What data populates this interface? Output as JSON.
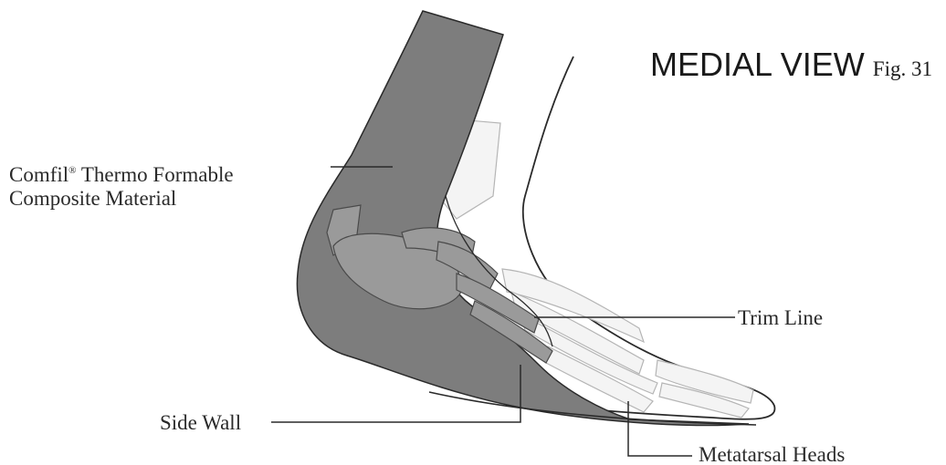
{
  "figure": {
    "title": "MEDIAL VIEW",
    "fig_label": "Fig. 31"
  },
  "labels": {
    "material_line1_pre": "Comfil",
    "material_reg": "®",
    "material_line1_post": " Thermo Formable",
    "material_line2": "Composite Material",
    "trim_line": "Trim Line",
    "side_wall": "Side Wall",
    "metatarsal_heads": "Metatarsal Heads"
  },
  "colors": {
    "orthosis_fill": "#7d7d7d",
    "outline": "#2a2a2a",
    "bone_stroke": "#6e6e6e",
    "bone_light": "#b9b9b9"
  }
}
